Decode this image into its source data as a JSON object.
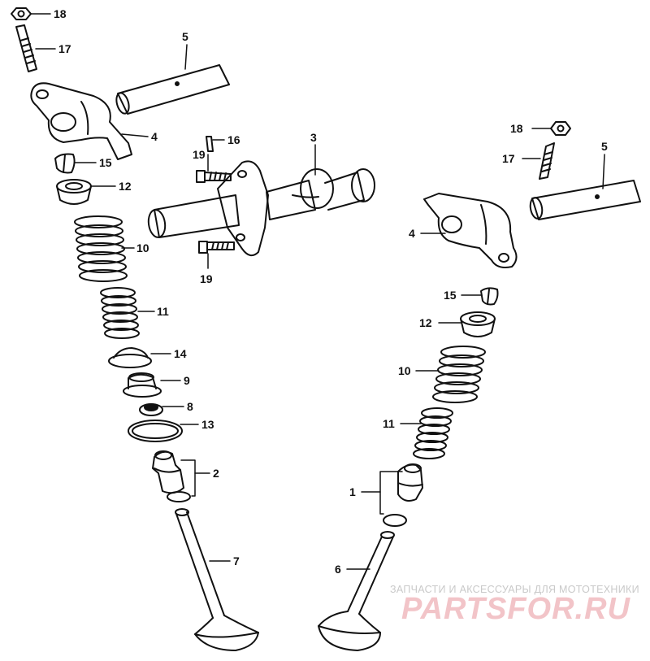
{
  "labels": {
    "l1": "18",
    "l2": "17",
    "l3": "5",
    "l4": "4",
    "l5": "15",
    "l6": "12",
    "l7": "10",
    "l8": "11",
    "l9": "14",
    "l10": "9",
    "l11": "8",
    "l12": "13",
    "l13": "2",
    "l14": "7",
    "c1": "16",
    "c2": "19",
    "c3": "3",
    "c4": "19",
    "r1": "18",
    "r2": "17",
    "r3": "5",
    "r4": "4",
    "r5": "15",
    "r6": "12",
    "r7": "10",
    "r8": "11",
    "r9": "1",
    "r10": "6"
  },
  "watermark": {
    "caption": "ЗАПЧАСТИ И АКСЕССУАРЫ ДЛЯ МОТОТЕХНИКИ",
    "brand": "PARTSFOR.RU"
  },
  "colors": {
    "line": "#111111",
    "watermark_text": "#c9c9c9",
    "watermark_brand": "#f2c4c8"
  }
}
